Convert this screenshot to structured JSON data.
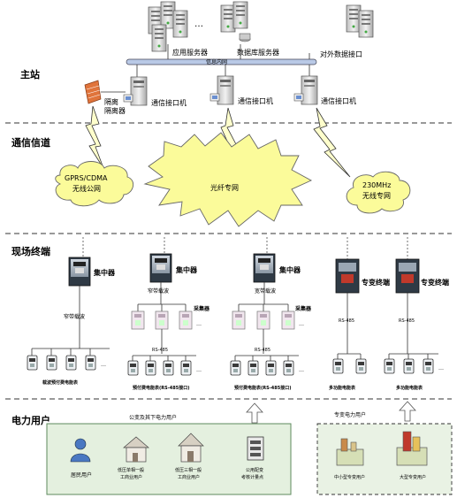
{
  "sections": {
    "main_station": "主站",
    "channel": "通信信道",
    "field_terminal": "现场终端",
    "power_user": "电力用户"
  },
  "servers": {
    "app_server": "应用服务器",
    "db_server": "数据库服务器",
    "external_interface": "对外数据接口",
    "ellipsis": "…",
    "lan": "信息内网"
  },
  "gateways": {
    "isolator": "隔离器",
    "comm1": "通信接口机",
    "comm2": "通信接口机",
    "comm3": "通信接口机"
  },
  "networks": {
    "gprs_line1": "GPRS/CDMA",
    "gprs_line2": "无线公网",
    "fiber": "光纤专网",
    "radio_line1": "230MHz",
    "radio_line2": "无线专网"
  },
  "terminals": {
    "concentrator1": "集中器",
    "concentrator2": "集中器",
    "concentrator3": "集中器",
    "special1": "专变终端",
    "special2": "专变终端",
    "narrowband1": "窄带载波",
    "narrowband2": "窄带载波",
    "broadband": "宽带载波",
    "collector1": "采集器",
    "collector2": "采集器",
    "rs485_1": "RS-485",
    "rs485_2": "RS-485",
    "rs485_3": "RS-485",
    "rs485_4": "RS-485",
    "dots": "…"
  },
  "meter_groups": {
    "g1": "载波预付费电能表",
    "g2": "预付费电能表(RS-485接口)",
    "g3": "预付费电能表(RS-485接口)",
    "g4": "多功能电能表",
    "g5": "多功能电能表"
  },
  "users": {
    "public_title": "公变及其下电力用户",
    "special_title": "专变电力用户",
    "resident": "居民用户",
    "lv1_line1": "低压单相一般",
    "lv1_line2": "工商业用户",
    "lv3_line1": "低压三相一般",
    "lv3_line2": "工商业用户",
    "public_tf_line1": "公用配变",
    "public_tf_line2": "考核计量点",
    "medium_small": "中小型专变用户",
    "large": "大型专变用户"
  },
  "colors": {
    "lan_bar": "#b9c9e6",
    "cloud_fill": "#fbfb9a",
    "cloud_stroke": "#666666",
    "public_box_fill": "#e4f0df",
    "public_box_stroke": "#5e8a5e",
    "special_box_fill": "#e9f2e4",
    "server_body": "#e8e8e8",
    "dash_line": "#333333"
  }
}
